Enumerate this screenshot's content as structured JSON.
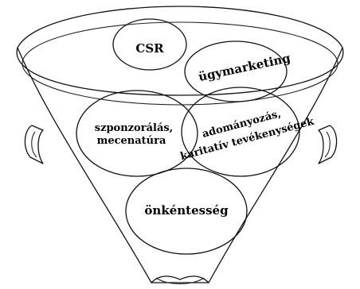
{
  "labels": {
    "csr": "CSR",
    "cause_marketing": "ügymarketing",
    "sponsorship_line1": "szponzorálás,",
    "sponsorship_line2": "mecenatúra",
    "donation_line1": "adományozás,",
    "donation_line2": "karitatív tevékenységek",
    "volunteering": "önkéntesség"
  }
}
